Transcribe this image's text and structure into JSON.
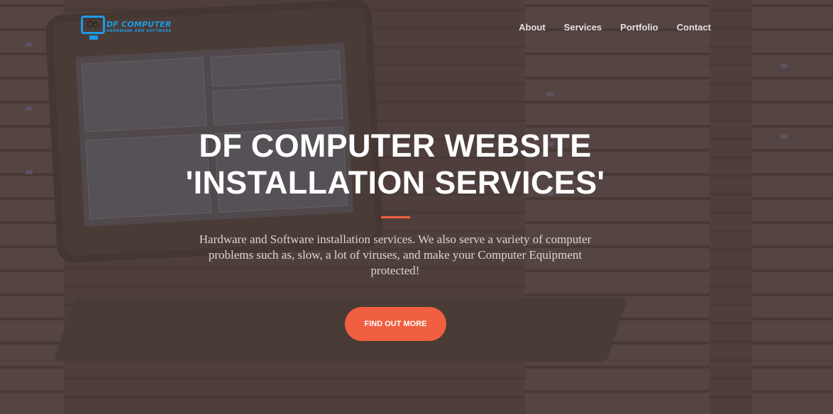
{
  "navbar": {
    "brand": {
      "title": "DF COMPUTER",
      "subtitle": "HARDWARE AND SOFTWARE",
      "icon": "computer-monitor-gears-logo"
    },
    "links": [
      {
        "label": "About"
      },
      {
        "label": "Services"
      },
      {
        "label": "Portfolio"
      },
      {
        "label": "Contact"
      }
    ]
  },
  "hero": {
    "title_line1": "DF COMPUTER WEBSITE",
    "title_line2": "'INSTALLATION SERVICES'",
    "description": "Hardware and Software installation services. We also serve a variety of computer problems such as, slow, a lot of viruses, and make your Computer Equipment protected!",
    "cta_label": "FIND OUT MORE"
  },
  "colors": {
    "accent": "#f05f40",
    "brand_blue": "#1e9be9",
    "overlay": "rgba(92, 70, 58, 0.62)",
    "text": "#ffffff"
  }
}
